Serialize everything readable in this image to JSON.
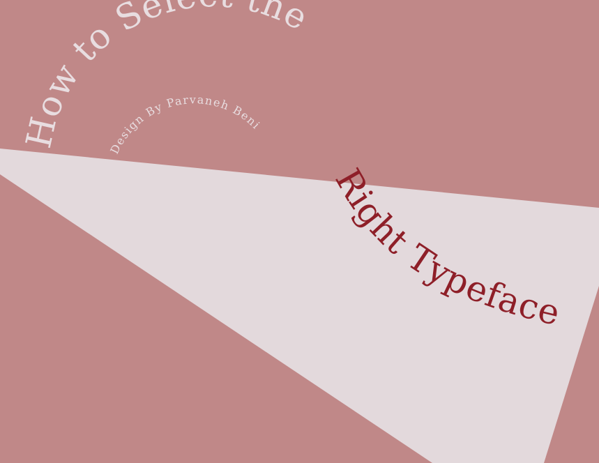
{
  "poster": {
    "title_part1": "How to Select the",
    "title_part2": "Right Typeface",
    "credit": "Design By Parvaneh Beni"
  },
  "colors": {
    "background": "#c08888",
    "light_shape": "#e3d9dc",
    "title_light": "#e8dde0",
    "title_dark": "#8e1f28",
    "credit": "#e8dde0"
  }
}
